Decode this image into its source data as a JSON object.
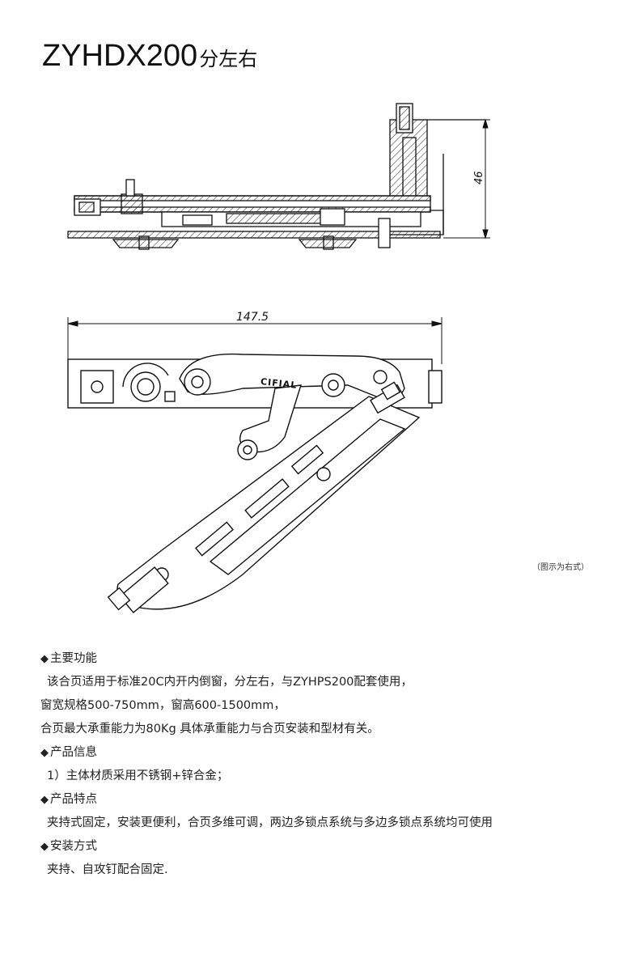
{
  "title": {
    "model": "ZYHDX200",
    "suffix": "分左右"
  },
  "drawing": {
    "height_dimension": "46",
    "width_dimension": "147.5",
    "brand_mark": "CIFIAL"
  },
  "caption": "（图示为右式）",
  "specs": {
    "bullet": "◆",
    "function_heading": "主要功能",
    "function_line1": "该合页适用于标准20C内开内倒窗，分左右，与ZYHPS200配套使用，",
    "function_line2": "窗宽规格500-750mm，窗高600-1500mm，",
    "function_line3": "合页最大承重能力为80Kg 具体承重能力与合页安装和型材有关。",
    "info_heading": "产品信息",
    "info_line1": "1）主体材质采用不锈钢+锌合金；",
    "features_heading": "产品特点",
    "features_line1": "夹持式固定，安装更便利，合页多维可调，两边多锁点系统与多边多锁点系统均可使用",
    "install_heading": "安装方式",
    "install_line1": "夹持、自攻钉配合固定."
  }
}
